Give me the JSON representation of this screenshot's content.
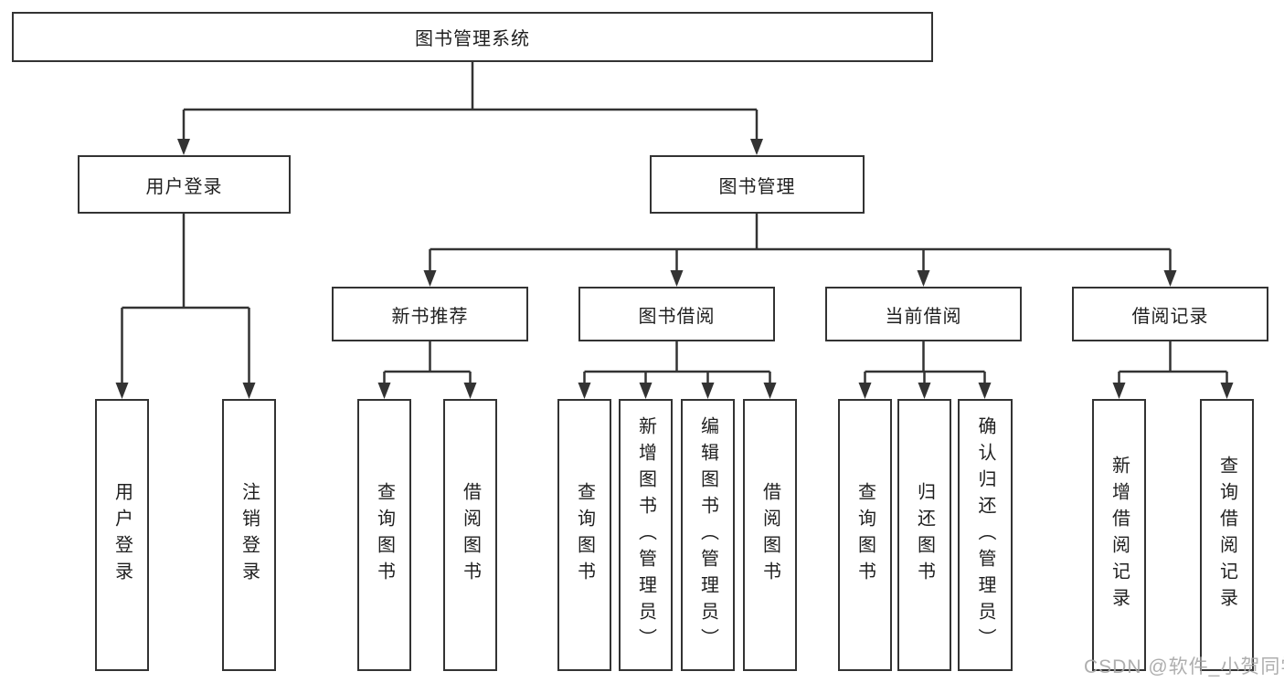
{
  "diagram": {
    "type": "hierarchy-tree",
    "nodes": {
      "root": {
        "label": "图书管理系统"
      },
      "user_login": {
        "label": "用户登录"
      },
      "book_management": {
        "label": "图书管理"
      },
      "new_book_recommend": {
        "label": "新书推荐"
      },
      "book_borrow": {
        "label": "图书借阅"
      },
      "current_borrow": {
        "label": "当前借阅"
      },
      "borrow_record": {
        "label": "借阅记录"
      },
      "leaves": {
        "user_login": {
          "label": "用户登录"
        },
        "logout": {
          "label": "注销登录"
        },
        "nb_query_book": {
          "label": "查询图书"
        },
        "nb_borrow_book": {
          "label": "借阅图书"
        },
        "bb_query_book": {
          "label": "查询图书"
        },
        "bb_add_book_admin": {
          "label": "新增图书（管理员）"
        },
        "bb_edit_book_admin": {
          "label": "编辑图书（管理员）"
        },
        "bb_borrow_book": {
          "label": "借阅图书"
        },
        "cb_query_book": {
          "label": "查询图书"
        },
        "cb_return_book": {
          "label": "归还图书"
        },
        "cb_confirm_return_admin": {
          "label": "确认归还（管理员）"
        },
        "br_add_record": {
          "label": "新增借阅记录"
        },
        "br_query_record": {
          "label": "查询借阅记录"
        }
      }
    },
    "hierarchy": {
      "图书管理系统": {
        "用户登录": [
          "用户登录",
          "注销登录"
        ],
        "图书管理": {
          "新书推荐": [
            "查询图书",
            "借阅图书"
          ],
          "图书借阅": [
            "查询图书",
            "新增图书（管理员）",
            "编辑图书（管理员）",
            "借阅图书"
          ],
          "当前借阅": [
            "查询图书",
            "归还图书",
            "确认归还（管理员）"
          ],
          "借阅记录": [
            "新增借阅记录",
            "查询借阅记录"
          ]
        }
      }
    },
    "colors": {
      "line": "#333333",
      "box_border": "#333333",
      "box_fill": "#ffffff",
      "text": "#1f1f1f",
      "watermark": "#a5a5a5",
      "background": "#ffffff"
    }
  },
  "watermark": {
    "text": "CSDN @软件_小贺同学"
  }
}
